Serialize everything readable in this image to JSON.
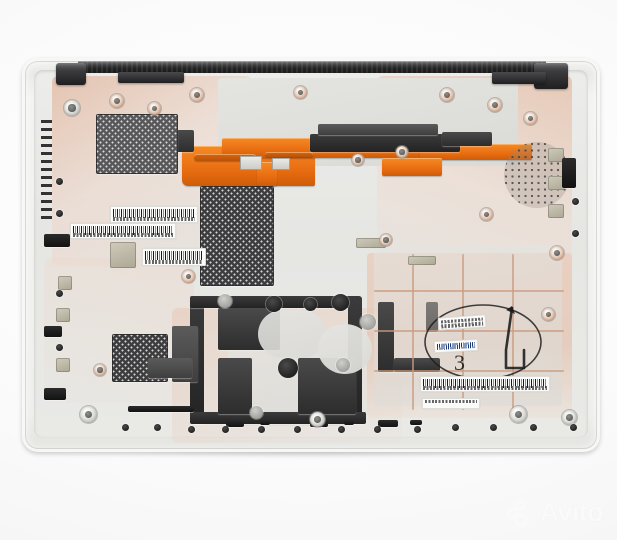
{
  "photo": {
    "subject": "laptop-bottom-case-chassis",
    "view": "interior",
    "background_color": "#fdfdfd",
    "chassis_color": "#eeeeec",
    "accent_color": "#e86d12",
    "copper_color": "#e2b59c",
    "dark_color": "#232323"
  },
  "watermark": {
    "brand": "Avito",
    "logo_name": "avito-dots-logo",
    "color": "#ffffff"
  },
  "markings": {
    "handwritten_number": "3",
    "circle_mark": "hand-drawn-oval",
    "arrow_mark": "hand-drawn-arrow"
  },
  "labels": [
    {
      "id": "barcode-upper-left",
      "type": "barcode-sticker"
    },
    {
      "id": "barcode-left-mid",
      "type": "barcode-sticker"
    },
    {
      "id": "barcode-left-small",
      "type": "barcode-sticker"
    },
    {
      "id": "sticker-center-right",
      "type": "text-sticker"
    },
    {
      "id": "sticker-blue-qc",
      "type": "qc-sticker"
    },
    {
      "id": "barcode-lower-right",
      "type": "barcode-sticker"
    },
    {
      "id": "barcode-lower-small",
      "type": "barcode-sticker"
    }
  ],
  "components": {
    "orange_bracket": "orange-optical-drive-bracket",
    "vent_mesh_large": "speaker-vent-mesh-center",
    "vent_mesh_upper_left": "speaker-vent-mesh-upper-left",
    "vent_mesh_lower_left": "speaker-vent-mesh-lower-left",
    "round_grille": "round-speaker-grille-right",
    "hinge_left": "left-display-hinge-mount",
    "hinge_right": "right-display-hinge-mount",
    "hinge_bar": "rear-hinge-rail"
  }
}
